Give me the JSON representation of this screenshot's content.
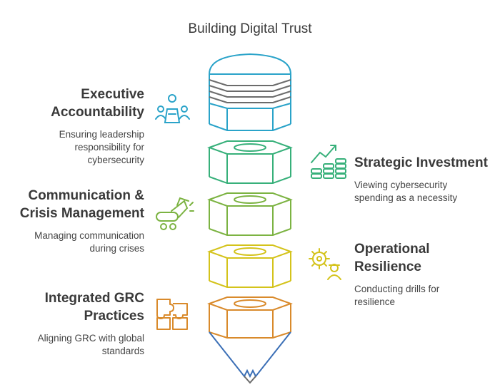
{
  "title": "Building Digital Trust",
  "sections": [
    {
      "id": "executive",
      "heading_line1": "Executive",
      "heading_line2": "Accountability",
      "desc_line1": "Ensuring leadership",
      "desc_line2": "responsibility for",
      "desc_line3": "cybersecurity",
      "color": "#2aa3c9",
      "icon": "team-leader-icon"
    },
    {
      "id": "strategic",
      "heading_line1": "Strategic Investment",
      "heading_line2": "",
      "desc_line1": "Viewing cybersecurity",
      "desc_line2": "spending as a necessity",
      "desc_line3": "",
      "color": "#37b07a",
      "icon": "growth-coins-icon"
    },
    {
      "id": "communication",
      "heading_line1": "Communication &",
      "heading_line2": "Crisis Management",
      "desc_line1": "Managing communication",
      "desc_line2": "during crises",
      "desc_line3": "",
      "color": "#7cb342",
      "icon": "megaphone-icon"
    },
    {
      "id": "operational",
      "heading_line1": "Operational",
      "heading_line2": "Resilience",
      "desc_line1": "Conducting drills for",
      "desc_line2": "resilience",
      "desc_line3": "",
      "color": "#d4c31b",
      "icon": "gear-worker-icon"
    },
    {
      "id": "grc",
      "heading_line1": "Integrated GRC",
      "heading_line2": "Practices",
      "desc_line1": "Aligning GRC with global",
      "desc_line2": "standards",
      "desc_line3": "",
      "color": "#d98a2b",
      "icon": "puzzle-icon"
    }
  ],
  "colors": {
    "blue": "#2aa3c9",
    "teal": "#37b07a",
    "green": "#7cb342",
    "yellow": "#d4c31b",
    "orange": "#d98a2b",
    "pencil": "#3b6fb6",
    "gray": "#6b6b6b"
  }
}
